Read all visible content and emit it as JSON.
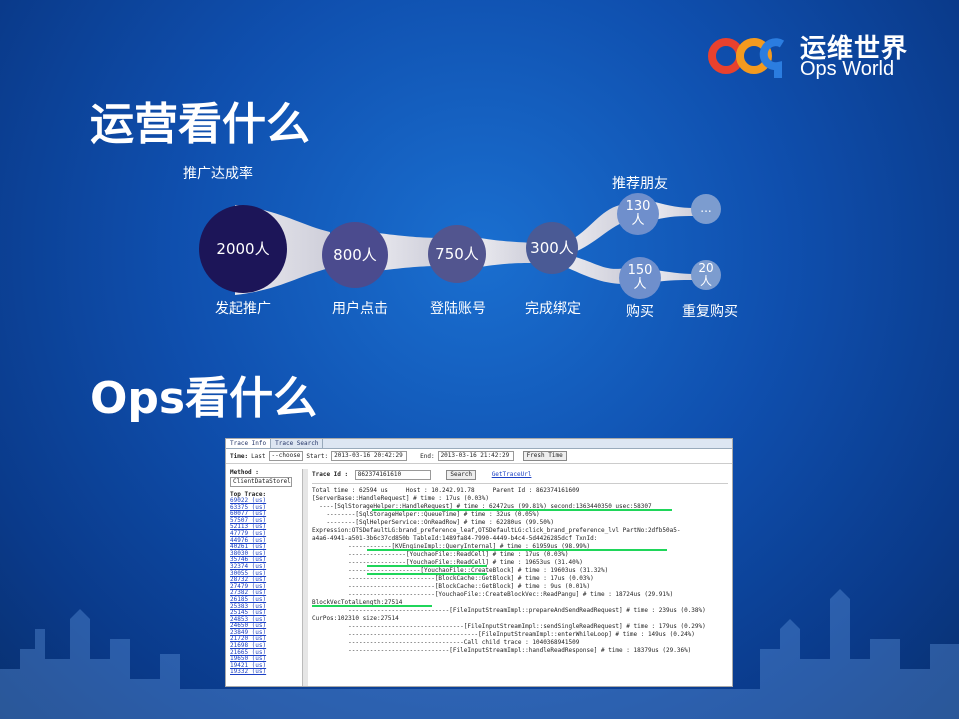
{
  "logo": {
    "cn": "运维世界",
    "en": "Ops World"
  },
  "heading1": "运营看什么",
  "heading2": "Ops看什么",
  "funnel": {
    "top_label": "推广达成率",
    "friends_label": "推荐朋友",
    "nodes": [
      {
        "value": "2000人",
        "label": "发起推广"
      },
      {
        "value": "800人",
        "label": "用户点击"
      },
      {
        "value": "750人",
        "label": "登陆账号"
      },
      {
        "value": "300人",
        "label": "完成绑定"
      }
    ],
    "branch_top": {
      "value": "130人",
      "next": "..."
    },
    "branch_bottom": {
      "value": "150人",
      "label": "购买",
      "next": "20人",
      "next_label": "重复购买"
    },
    "colors": {
      "dark": "#1c1558",
      "mid": "#4b4b8e",
      "mid2": "#52558f",
      "mid3": "#4a5a95",
      "light": "#6f8fcc",
      "lighter": "#7c9ccf"
    }
  },
  "screenshot": {
    "tabs": [
      "Trace Info",
      "Trace Search"
    ],
    "toolbar": {
      "time_label": "Time:",
      "last_label": "Last",
      "choose": "--choose",
      "start_label": "Start:",
      "start": "2013-03-16 20:42:29",
      "end_label": "End:",
      "end": "2013-03-16 21:42:29",
      "fresh": "Fresh Time"
    },
    "method_label": "Method :",
    "method_value": "ClientDataStorel",
    "top_trace_label": "Top Trace:",
    "top_traces": [
      "69022 (us)",
      "63375 (us)",
      "60077 (us)",
      "57507 (us)",
      "52113 (us)",
      "47779 (us)",
      "44976 (us)",
      "40261 (us)",
      "38030 (us)",
      "35746 (us)",
      "32374 (us)",
      "30055 (us)",
      "28732 (us)",
      "27479 (us)",
      "27382 (us)",
      "26185 (us)",
      "25383 (us)",
      "25145 (us)",
      "24853 (us)",
      "24650 (us)",
      "23849 (us)",
      "21720 (us)",
      "21698 (us)",
      "21665 (us)",
      "19650 (us)",
      "19421 (us)",
      "19332 (us)"
    ],
    "trace_id_label": "Trace Id :",
    "trace_id": "862374161610",
    "search": "Search",
    "get_url": "GetTraceUrl",
    "lines": [
      "Total time : 62594 us     Host : 10.242.91.78     Parent Id : 862374161609",
      "[ServerBase::HandleRequest] # time : 17us (0.03%)",
      "  ----[SqlStorageHelper::HandleRequest] # time : 62472us (99.81%) second:1363440350 usec:58307",
      "    --------[SqlStorageHelper::QueueTime] # time : 32us (0.05%)",
      "    --------[SqlHelperService::OnReadRow] # time : 62280us (99.50%)",
      "Expression:OTSDefaultLG:brand_preference_leaf,OTSDefaultLG:click_brand_preference_lvl PartNo:2dfb50a5-",
      "a4a6-4941-a501-3b6c37cd850b TableId:1489fa84-7990-4449-b4c4-5d4426285dcf TxnId:",
      "          ------------[KVEngineImpl::QueryInternal] # time : 61959us (98.99%)",
      "          ----------------[YouchaoFile::ReadCell] # time : 17us (0.03%)",
      "          ----------------[YouchaoFile::ReadCell] # time : 19653us (31.40%)",
      "          --------------------[YouchaoFile::CreateBlock] # time : 19603us (31.32%)",
      "          ------------------------[BlockCache::GetBlock] # time : 17us (0.03%)",
      "          ------------------------[BlockCache::GetBlock] # time : 9us (0.01%)",
      "          ------------------------[YouchaoFile::CreateBlockVec::ReadPangu] # time : 18724us (29.91%)",
      "BlockVecTotalLength:27514",
      "          ----------------------------[FileInputStreamImpl::prepareAndSendReadRequest] # time : 239us (0.38%)",
      "CurPos:102310 size:27514",
      "          --------------------------------[FileInputStreamImpl::sendSingleReadRequest] # time : 179us (0.29%)",
      "          ------------------------------------[FileInputStreamImpl::enterWhileLoop] # time : 149us (0.24%)",
      "          --------------------------------Call child trace : 1040368941509",
      "          ----------------------------[FileInputStreamImpl::handleReadResponse] # time : 18379us (29.36%)"
    ]
  }
}
